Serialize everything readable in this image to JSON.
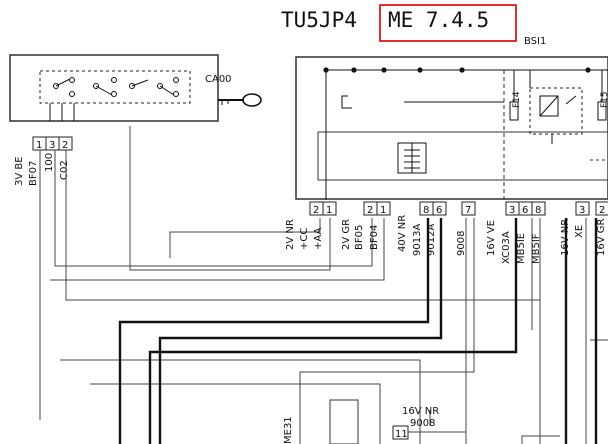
{
  "header": {
    "model": "TU5JP4",
    "ecu": "ME 7.4.5",
    "highlight_color": "#e03030"
  },
  "components": {
    "switch_ref": "CA00",
    "module_ref": "BSI1",
    "fuse_a": "F14",
    "fuse_b": "F15"
  },
  "left_connector": {
    "pins": [
      "1",
      "3",
      "2"
    ],
    "connector_label": "3V BE",
    "wires": [
      "BF07",
      "100",
      "C02"
    ]
  },
  "bsi_connectors": [
    {
      "pins": [
        "2",
        "1"
      ],
      "connector_label": "2V NR",
      "wires": [
        "+CC",
        "+AA"
      ]
    },
    {
      "pins": [
        "2",
        "1"
      ],
      "connector_label": "2V GR",
      "wires": [
        "BF05",
        "BF04"
      ]
    },
    {
      "pins": [
        "8",
        "6"
      ],
      "connector_label": "40V NR",
      "wires": [
        "9013A",
        "9012A"
      ]
    },
    {
      "pins": [
        "7"
      ],
      "connector_label": "",
      "wires": [
        "9008"
      ]
    },
    {
      "pins": [
        "3",
        "6",
        "8"
      ],
      "connector_label": "16V VE",
      "wires": [
        "XC03A",
        "MB5IE",
        "MB5IF"
      ]
    },
    {
      "pins": [
        "3"
      ],
      "connector_label": "16V NR",
      "wires": [
        "XE"
      ]
    },
    {
      "pins": [
        "2"
      ],
      "connector_label": "16V GR",
      "wires": []
    }
  ],
  "bottom_connector": {
    "pin": "11",
    "connector_label": "16V NR",
    "wire": "9008"
  },
  "edge_labels": {
    "left_bottom": "ME31"
  }
}
